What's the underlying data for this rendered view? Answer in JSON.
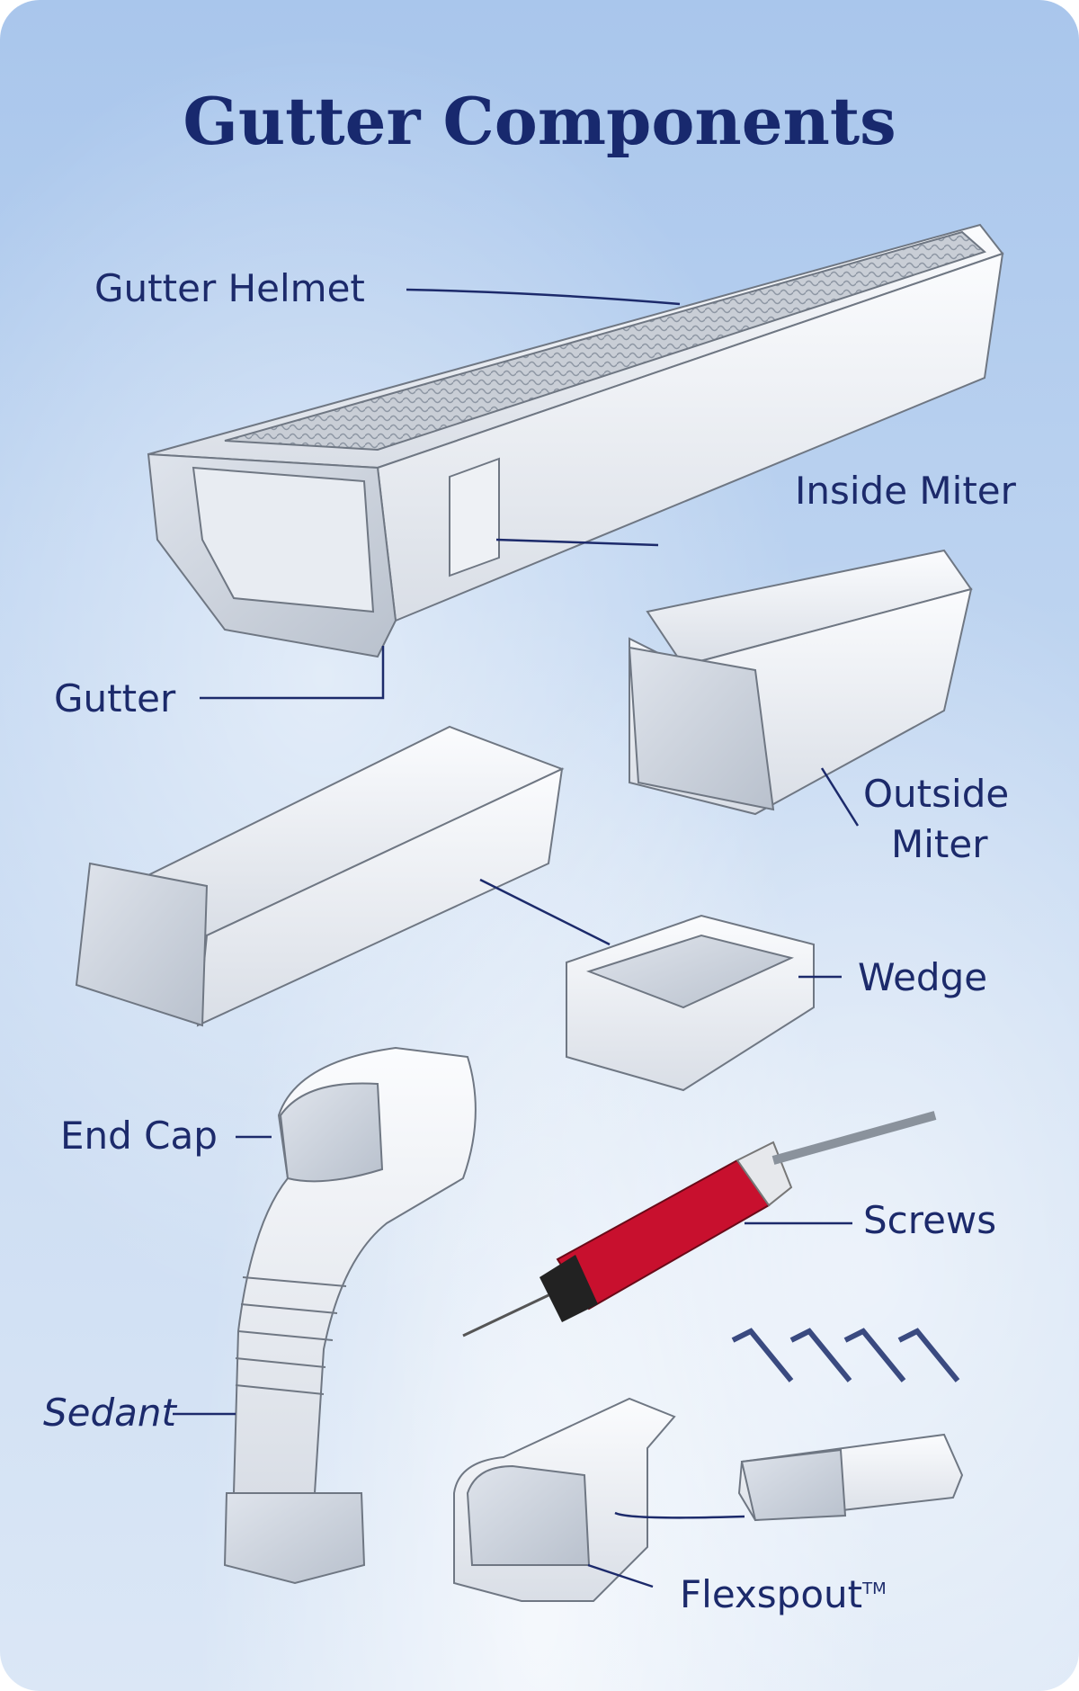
{
  "title": "Gutter Components",
  "labels": {
    "gutter_helmet": "Gutter Helmet",
    "inside_miter": "Inside Miter",
    "gutter": "Gutter",
    "outside_miter_line1": "Outside",
    "outside_miter_line2": "Miter",
    "wedge": "Wedge",
    "end_cap": "End Cap",
    "screws": "Screws",
    "sealant": "Sedant",
    "flexspout": "Flexspout",
    "flexspout_tm": "TM"
  },
  "colors": {
    "label": "#1c2a6b",
    "title": "#18296e",
    "background": "#bcd3f0",
    "tube": "#c8102e"
  }
}
